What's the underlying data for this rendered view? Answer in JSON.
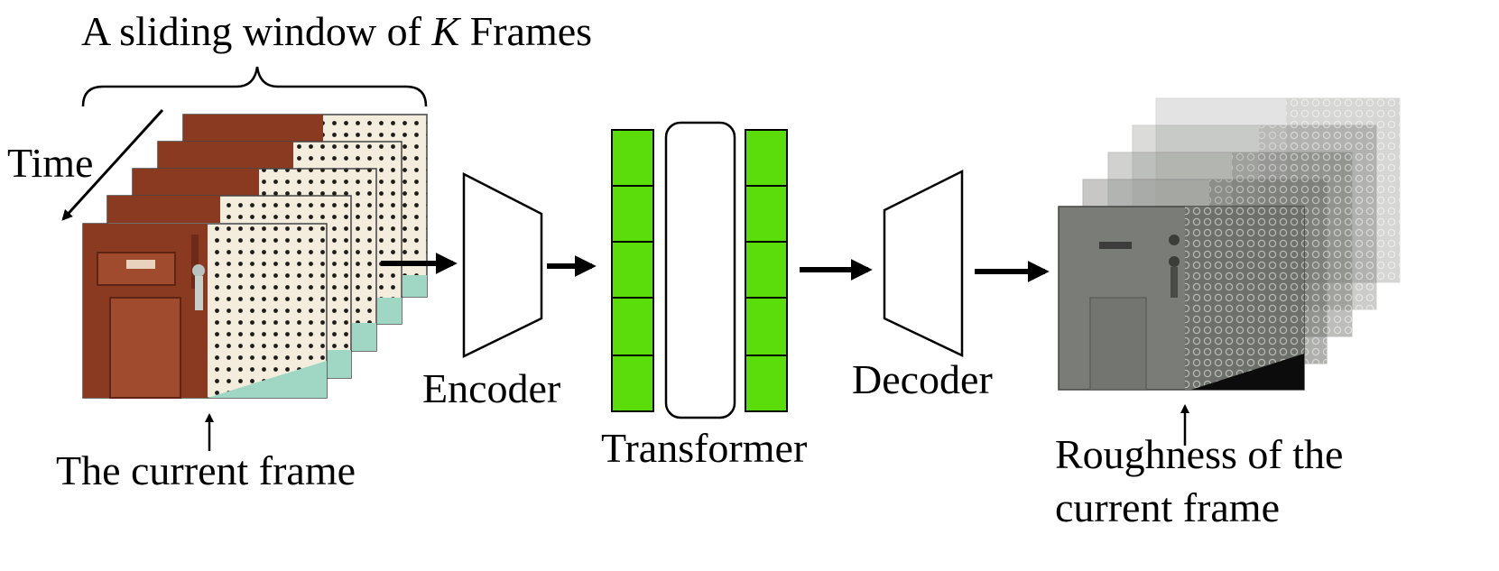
{
  "labels": {
    "window_title_prefix": "A sliding window of ",
    "window_title_k": "K",
    "window_title_suffix": " Frames",
    "time": "Time",
    "current_frame": "The current frame",
    "encoder": "Encoder",
    "transformer": "Transformer",
    "decoder": "Decoder",
    "roughness_line1": "Roughness of the",
    "roughness_line2": "current frame"
  },
  "colors": {
    "token": "#5bdc0b",
    "wood": "#8b3a22",
    "wall": "#f3ead8",
    "floor": "#9fd6c4",
    "rough_dark": "#6f716c",
    "rough_light": "#9a9c98"
  }
}
